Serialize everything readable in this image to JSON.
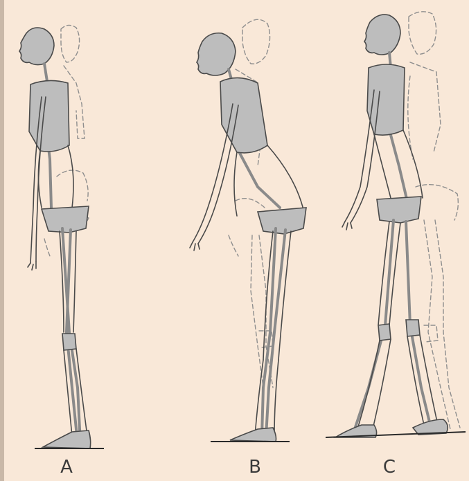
{
  "labels": {
    "a": "A",
    "b": "B",
    "c": "C"
  },
  "colors": {
    "paper": "#f9e8d8",
    "ink": "#4a4a4a",
    "bone": "#8a8a8a",
    "shade": "#b8b8b8",
    "ghost": "#8e8e8e"
  }
}
